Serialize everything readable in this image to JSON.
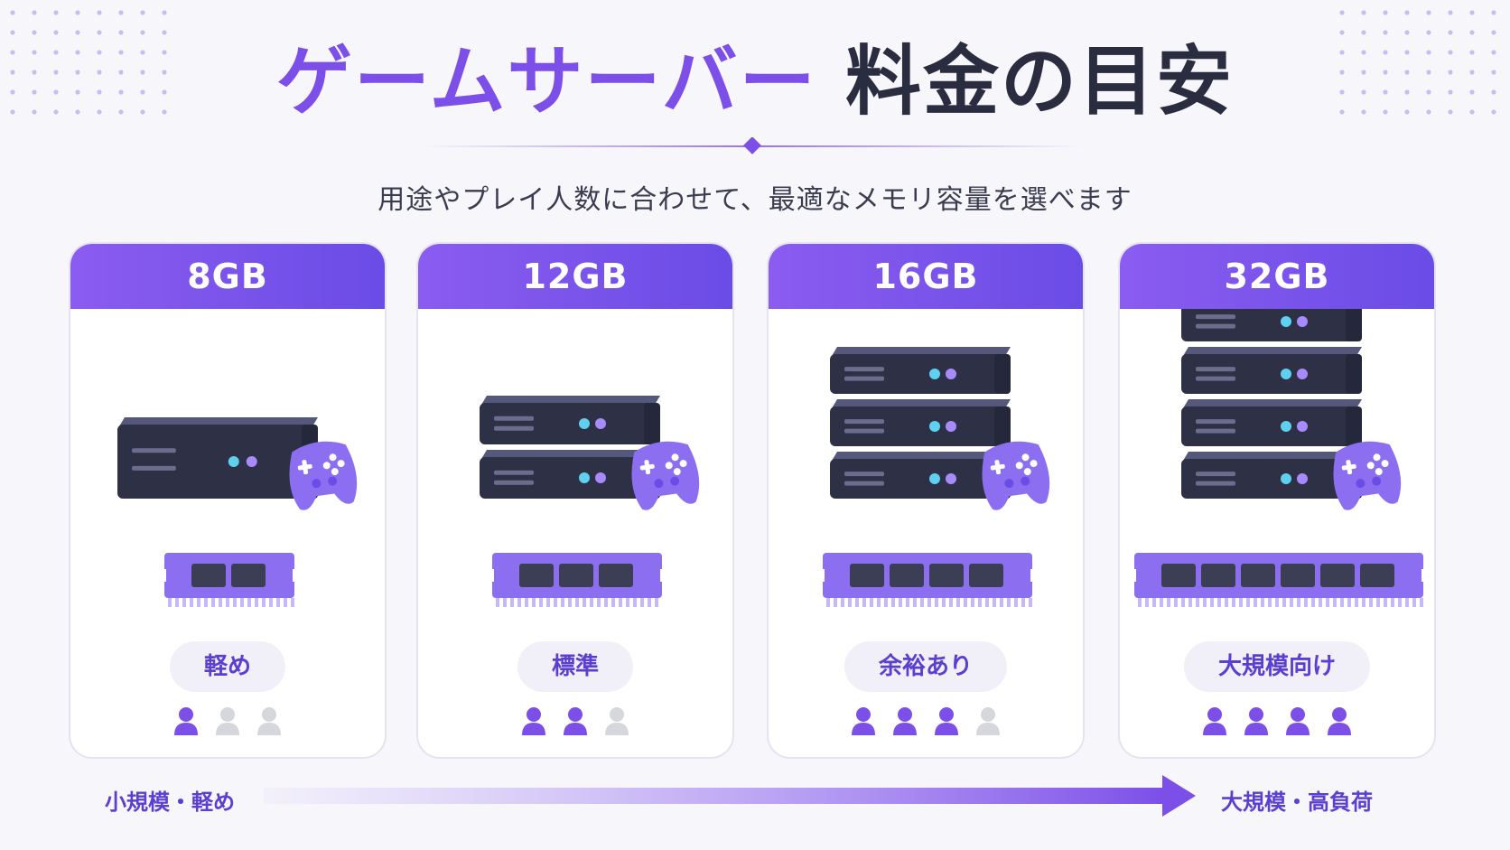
{
  "header": {
    "title_accent": "ゲームサーバー",
    "title_main": "料金の目安",
    "subtitle": "用途やプレイ人数に合わせて、最適なメモリ容量を選べます"
  },
  "plans": [
    {
      "memory": "8GB",
      "label": "軽め",
      "servers": 1,
      "ram_chips": 2,
      "players_active": 1,
      "players_total": 3
    },
    {
      "memory": "12GB",
      "label": "標準",
      "servers": 2,
      "ram_chips": 3,
      "players_active": 2,
      "players_total": 3
    },
    {
      "memory": "16GB",
      "label": "余裕あり",
      "servers": 3,
      "ram_chips": 4,
      "players_active": 3,
      "players_total": 4
    },
    {
      "memory": "32GB",
      "label": "大規模向け",
      "servers": 4,
      "ram_chips": 6,
      "players_active": 4,
      "players_total": 4
    }
  ],
  "scale": {
    "left_label": "小規模・軽め",
    "right_label": "大規模・高負荷"
  },
  "colors": {
    "accent": "#7b4fe8",
    "header_gradient_start": "#8b5cf0",
    "header_gradient_end": "#6a4ce6",
    "server_body": "#3b3e55",
    "server_front": "#2e3046",
    "ram": "#8b6ff0",
    "person_active": "#7b4fe8",
    "person_inactive": "#d6d6dd"
  },
  "icons": [
    "server-icon",
    "gamepad-icon",
    "ram-icon",
    "person-icon",
    "arrow-right-icon"
  ]
}
